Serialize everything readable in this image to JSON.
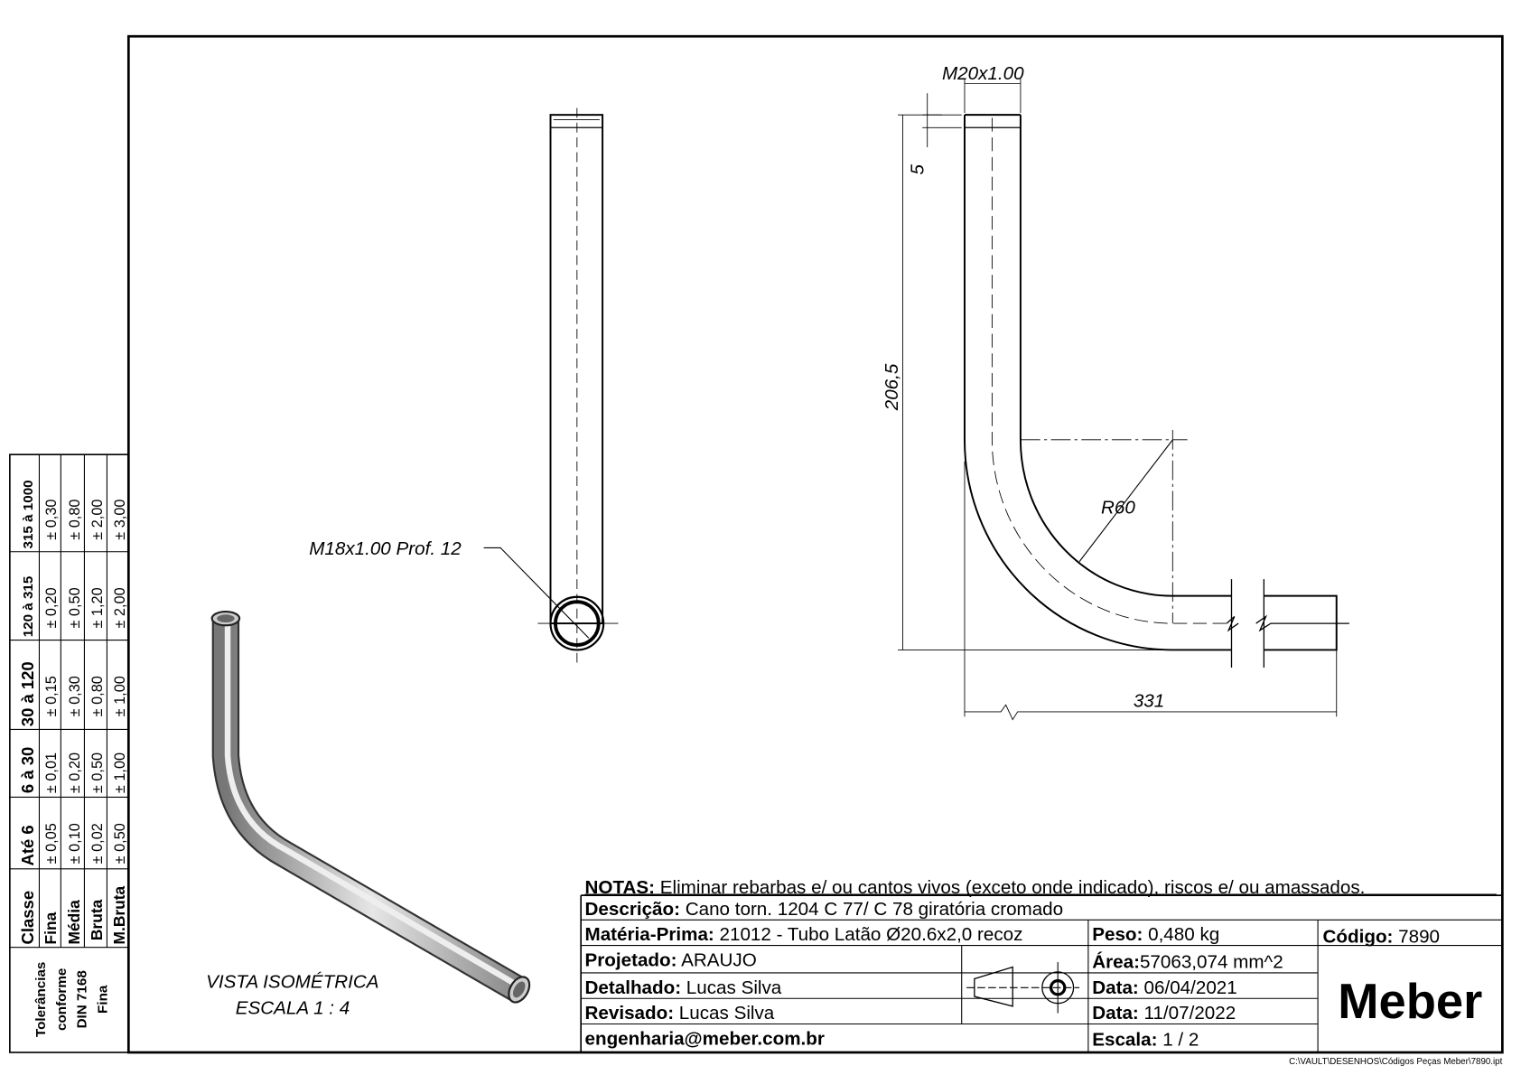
{
  "drawing": {
    "thread_top_callout": "M18x1.00 Prof. 12",
    "dim_thread_side": "M20x1.00",
    "dim_thread_length": "5",
    "dim_height": "206,5",
    "dim_radius": "R60",
    "dim_length": "331",
    "iso_title": "VISTA ISOMÉTRICA",
    "iso_scale": "ESCALA 1 : 4"
  },
  "tolerances": {
    "title_lines": [
      "Tolerâncias",
      "conforme",
      "DIN 7168",
      "Fina"
    ],
    "header": [
      "Classe",
      "Até 6",
      "6 à 30",
      "30 à 120",
      "120 à 315",
      "315 à 1000"
    ],
    "rows": [
      {
        "classe": "Fina",
        "values": [
          "± 0,05",
          "± 0,01",
          "± 0,15",
          "± 0,20",
          "± 0,30"
        ]
      },
      {
        "classe": "Média",
        "values": [
          "± 0,10",
          "± 0,20",
          "± 0,30",
          "± 0,50",
          "± 0,80"
        ]
      },
      {
        "classe": "Bruta",
        "values": [
          "± 0,02",
          "± 0,50",
          "± 0,80",
          "± 1,20",
          "± 2,00"
        ]
      },
      {
        "classe": "M.Bruta",
        "values": [
          "± 0,50",
          "± 1,00",
          "± 1,00",
          "± 2,00",
          "± 3,00"
        ]
      }
    ]
  },
  "title_block": {
    "notas_label": "NOTAS:",
    "notas": " Eliminar rebarbas e/ ou cantos vivos (exceto onde indicado), riscos e/ ou amassados.",
    "descricao_label": "Descrição:",
    "descricao": " Cano torn. 1204 C 77/ C 78 giratória cromado",
    "materia_label": "Matéria-Prima:",
    "materia": " 21012 - Tubo Latão Ø20.6x2,0 recoz",
    "peso_label": "Peso:",
    "peso": " 0,480 kg",
    "codigo_label": "Código:",
    "codigo": " 7890",
    "projetado_label": "Projetado:",
    "projetado": " ARAUJO",
    "detalhado_label": "Detalhado:",
    "detalhado": " Lucas Silva",
    "revisado_label": "Revisado:",
    "revisado": " Lucas Silva",
    "email": "engenharia@meber.com.br",
    "area_label": "Área:",
    "area": "57063,074 mm^2",
    "data1_label": "Data:",
    "data1": " 06/04/2021",
    "data2_label": "Data:",
    "data2": " 11/07/2022",
    "escala_label": "Escala:",
    "escala": " 1 / 2",
    "logo": "Meber"
  },
  "file_path": "C:\\VAULT\\DESENHOS\\Códigos Peças Meber\\7890.ipt"
}
